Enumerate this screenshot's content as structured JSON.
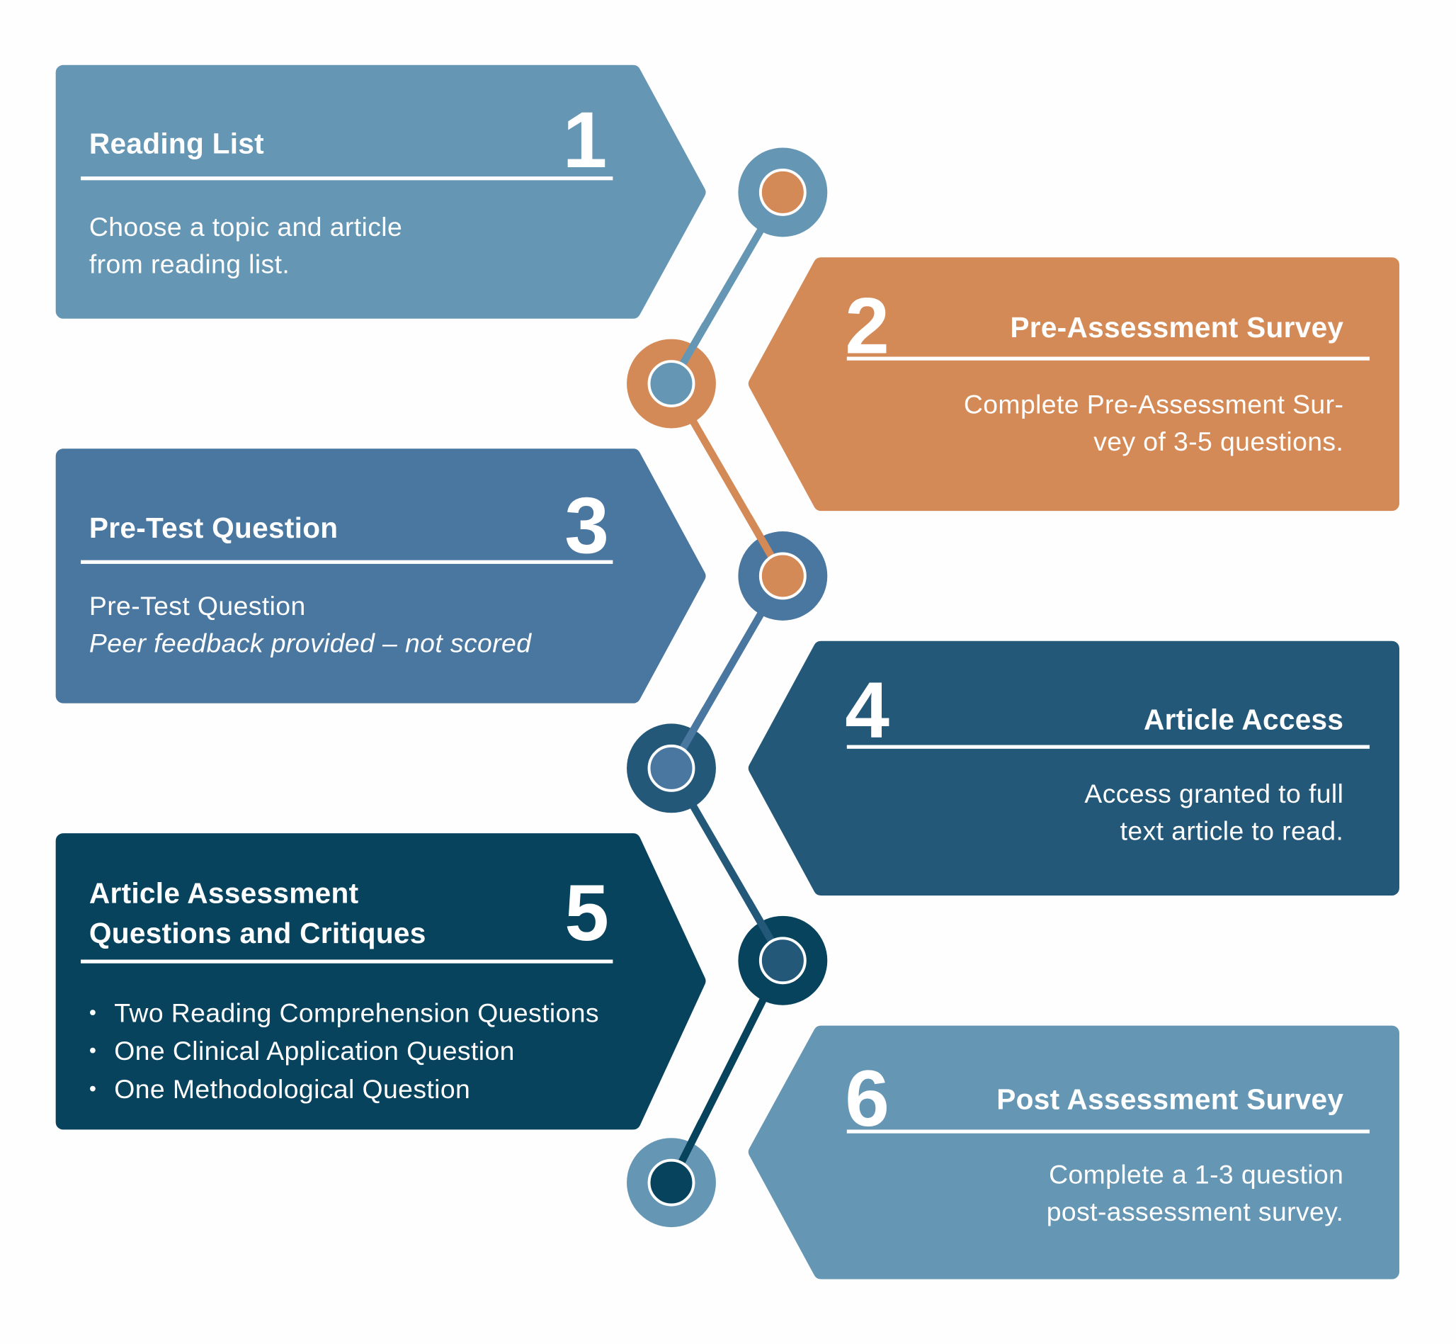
{
  "colors": {
    "light_blue": "#6596b4",
    "orange": "#d48a56",
    "mid_blue": "#4a77a0",
    "dark_blue": "#235878",
    "navy": "#08435e"
  },
  "steps": [
    {
      "number": "1",
      "title": "Reading List",
      "lines": [
        "Choose a topic and article",
        "from reading list."
      ]
    },
    {
      "number": "2",
      "title": "Pre-Assessment Survey",
      "lines": [
        "Complete Pre-Assessment Sur-",
        "vey of 3-5 questions."
      ]
    },
    {
      "number": "3",
      "title": "Pre-Test Question",
      "lines": [
        "Pre-Test Question",
        "Peer feedback provided – not scored"
      ]
    },
    {
      "number": "4",
      "title": "Article Access",
      "lines": [
        "Access granted to full",
        "text article to read."
      ]
    },
    {
      "number": "5",
      "title_lines": [
        "Article Assessment",
        "Questions and Critiques"
      ],
      "bullets": [
        "Two Reading Comprehension Questions",
        "One Clinical Application Question",
        "One Methodological Question"
      ]
    },
    {
      "number": "6",
      "title": "Post Assessment Survey",
      "lines": [
        "Complete a 1-3 question",
        "post-assessment survey."
      ]
    }
  ]
}
